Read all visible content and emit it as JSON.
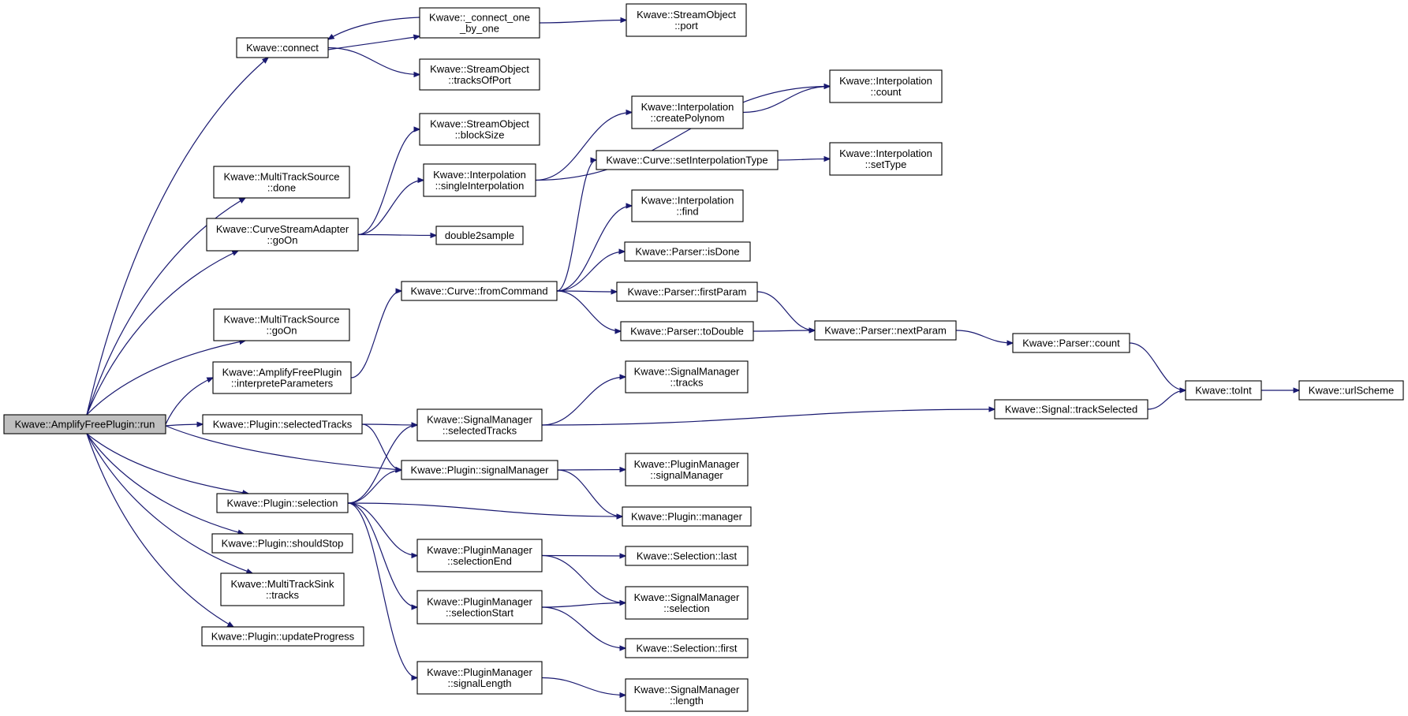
{
  "colors": {
    "edge": "#191970",
    "root_fill": "#bfbfbf",
    "node_fill": "#ffffff",
    "border": "#000000"
  },
  "nodes": {
    "run": {
      "lines": [
        "Kwave::AmplifyFreePlugin::run"
      ]
    },
    "connect": {
      "lines": [
        "Kwave::connect"
      ]
    },
    "connect_one": {
      "lines": [
        "Kwave::_connect_one",
        "_by_one"
      ]
    },
    "so_port": {
      "lines": [
        "Kwave::StreamObject",
        "::port"
      ]
    },
    "so_tracksOfPort": {
      "lines": [
        "Kwave::StreamObject",
        "::tracksOfPort"
      ]
    },
    "so_blockSize": {
      "lines": [
        "Kwave::StreamObject",
        "::blockSize"
      ]
    },
    "mts_done": {
      "lines": [
        "Kwave::MultiTrackSource",
        "::done"
      ]
    },
    "csa_goOn": {
      "lines": [
        "Kwave::CurveStreamAdapter",
        "::goOn"
      ]
    },
    "interp_single": {
      "lines": [
        "Kwave::Interpolation",
        "::singleInterpolation"
      ]
    },
    "double2sample": {
      "lines": [
        "double2sample"
      ]
    },
    "interp_createPoly": {
      "lines": [
        "Kwave::Interpolation",
        "::createPolynom"
      ]
    },
    "interp_count": {
      "lines": [
        "Kwave::Interpolation",
        "::count"
      ]
    },
    "curve_setInterp": {
      "lines": [
        "Kwave::Curve::setInterpolationType"
      ]
    },
    "interp_setType": {
      "lines": [
        "Kwave::Interpolation",
        "::setType"
      ]
    },
    "interp_find": {
      "lines": [
        "Kwave::Interpolation",
        "::find"
      ]
    },
    "parser_isDone": {
      "lines": [
        "Kwave::Parser::isDone"
      ]
    },
    "curve_fromCommand": {
      "lines": [
        "Kwave::Curve::fromCommand"
      ]
    },
    "parser_firstParam": {
      "lines": [
        "Kwave::Parser::firstParam"
      ]
    },
    "parser_toDouble": {
      "lines": [
        "Kwave::Parser::toDouble"
      ]
    },
    "parser_nextParam": {
      "lines": [
        "Kwave::Parser::nextParam"
      ]
    },
    "parser_count": {
      "lines": [
        "Kwave::Parser::count"
      ]
    },
    "mts_goOn": {
      "lines": [
        "Kwave::MultiTrackSource",
        "::goOn"
      ]
    },
    "afp_interprete": {
      "lines": [
        "Kwave::AmplifyFreePlugin",
        "::interpreteParameters"
      ]
    },
    "sm_tracks": {
      "lines": [
        "Kwave::SignalManager",
        "::tracks"
      ]
    },
    "toInt": {
      "lines": [
        "Kwave::toInt"
      ]
    },
    "urlScheme": {
      "lines": [
        "Kwave::urlScheme"
      ]
    },
    "plugin_selectedTracks": {
      "lines": [
        "Kwave::Plugin::selectedTracks"
      ]
    },
    "sm_selectedTracks": {
      "lines": [
        "Kwave::SignalManager",
        "::selectedTracks"
      ]
    },
    "signal_trackSelected": {
      "lines": [
        "Kwave::Signal::trackSelected"
      ]
    },
    "plugin_signalManager": {
      "lines": [
        "Kwave::Plugin::signalManager"
      ]
    },
    "pm_signalManager": {
      "lines": [
        "Kwave::PluginManager",
        "::signalManager"
      ]
    },
    "plugin_selection": {
      "lines": [
        "Kwave::Plugin::selection"
      ]
    },
    "plugin_manager": {
      "lines": [
        "Kwave::Plugin::manager"
      ]
    },
    "plugin_shouldStop": {
      "lines": [
        "Kwave::Plugin::shouldStop"
      ]
    },
    "pm_selectionEnd": {
      "lines": [
        "Kwave::PluginManager",
        "::selectionEnd"
      ]
    },
    "selection_last": {
      "lines": [
        "Kwave::Selection::last"
      ]
    },
    "mtsink_tracks": {
      "lines": [
        "Kwave::MultiTrackSink",
        "::tracks"
      ]
    },
    "pm_selectionStart": {
      "lines": [
        "Kwave::PluginManager",
        "::selectionStart"
      ]
    },
    "sm_selection": {
      "lines": [
        "Kwave::SignalManager",
        "::selection"
      ]
    },
    "plugin_updateProgress": {
      "lines": [
        "Kwave::Plugin::updateProgress"
      ]
    },
    "selection_first": {
      "lines": [
        "Kwave::Selection::first"
      ]
    },
    "pm_signalLength": {
      "lines": [
        "Kwave::PluginManager",
        "::signalLength"
      ]
    },
    "sm_length": {
      "lines": [
        "Kwave::SignalManager",
        "::length"
      ]
    }
  },
  "edges": [
    [
      "run",
      "connect"
    ],
    [
      "run",
      "mts_done"
    ],
    [
      "run",
      "csa_goOn"
    ],
    [
      "run",
      "mts_goOn"
    ],
    [
      "run",
      "afp_interprete"
    ],
    [
      "run",
      "plugin_selectedTracks"
    ],
    [
      "run",
      "plugin_signalManager"
    ],
    [
      "run",
      "plugin_selection"
    ],
    [
      "run",
      "plugin_shouldStop"
    ],
    [
      "run",
      "mtsink_tracks"
    ],
    [
      "run",
      "plugin_updateProgress"
    ],
    [
      "connect",
      "connect_one"
    ],
    [
      "connect",
      "so_tracksOfPort"
    ],
    [
      "connect_one",
      "connect"
    ],
    [
      "connect_one",
      "so_port"
    ],
    [
      "csa_goOn",
      "so_blockSize"
    ],
    [
      "csa_goOn",
      "interp_single"
    ],
    [
      "csa_goOn",
      "double2sample"
    ],
    [
      "interp_single",
      "interp_createPoly"
    ],
    [
      "interp_single",
      "interp_count"
    ],
    [
      "interp_createPoly",
      "interp_count"
    ],
    [
      "curve_setInterp",
      "interp_setType"
    ],
    [
      "afp_interprete",
      "curve_fromCommand"
    ],
    [
      "curve_fromCommand",
      "curve_setInterp"
    ],
    [
      "curve_fromCommand",
      "interp_find"
    ],
    [
      "curve_fromCommand",
      "parser_isDone"
    ],
    [
      "curve_fromCommand",
      "parser_firstParam"
    ],
    [
      "curve_fromCommand",
      "parser_toDouble"
    ],
    [
      "parser_firstParam",
      "parser_nextParam"
    ],
    [
      "parser_toDouble",
      "parser_nextParam"
    ],
    [
      "parser_nextParam",
      "parser_count"
    ],
    [
      "parser_count",
      "toInt"
    ],
    [
      "toInt",
      "urlScheme"
    ],
    [
      "plugin_selectedTracks",
      "sm_selectedTracks"
    ],
    [
      "plugin_selectedTracks",
      "plugin_signalManager"
    ],
    [
      "sm_selectedTracks",
      "sm_tracks"
    ],
    [
      "sm_selectedTracks",
      "signal_trackSelected"
    ],
    [
      "signal_trackSelected",
      "toInt"
    ],
    [
      "plugin_signalManager",
      "pm_signalManager"
    ],
    [
      "plugin_signalManager",
      "plugin_manager"
    ],
    [
      "plugin_selection",
      "sm_selectedTracks"
    ],
    [
      "plugin_selection",
      "plugin_signalManager"
    ],
    [
      "plugin_selection",
      "plugin_manager"
    ],
    [
      "plugin_selection",
      "pm_selectionEnd"
    ],
    [
      "plugin_selection",
      "pm_selectionStart"
    ],
    [
      "plugin_selection",
      "pm_signalLength"
    ],
    [
      "pm_selectionEnd",
      "selection_last"
    ],
    [
      "pm_selectionEnd",
      "sm_selection"
    ],
    [
      "pm_selectionStart",
      "sm_selection"
    ],
    [
      "pm_selectionStart",
      "selection_first"
    ],
    [
      "pm_signalLength",
      "sm_length"
    ]
  ]
}
